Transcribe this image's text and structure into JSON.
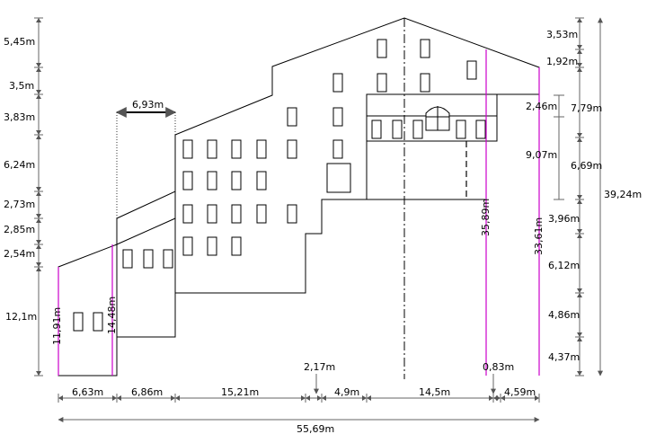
{
  "left_dims": [
    "5,45m",
    "3,5m",
    "3,83m",
    "6,24m",
    "2,73m",
    "2,85m",
    "2,54m",
    "12,1m"
  ],
  "right_inner_dims": [
    "3,53m",
    "1,92m",
    "7,79m",
    "6,69m",
    "3,96m",
    "6,12m",
    "4,86m",
    "4,37m"
  ],
  "right_outer_dim": "39,24m",
  "mid_dims": [
    "2,46m",
    "9,07m"
  ],
  "top_dim": "6,93m",
  "bottom_dims": [
    "6,63m",
    "6,86m",
    "15,21m",
    "2,17m",
    "4,9m",
    "14,5m",
    "0,83m",
    "4,59m"
  ],
  "total_dim": "55,69m",
  "vertical_labels": [
    "11,91m",
    "14,48m",
    "35,89m",
    "33,61m"
  ],
  "colors": {
    "line": "#000000",
    "dimension": "#666666",
    "height_marker": "#cc00cc"
  }
}
